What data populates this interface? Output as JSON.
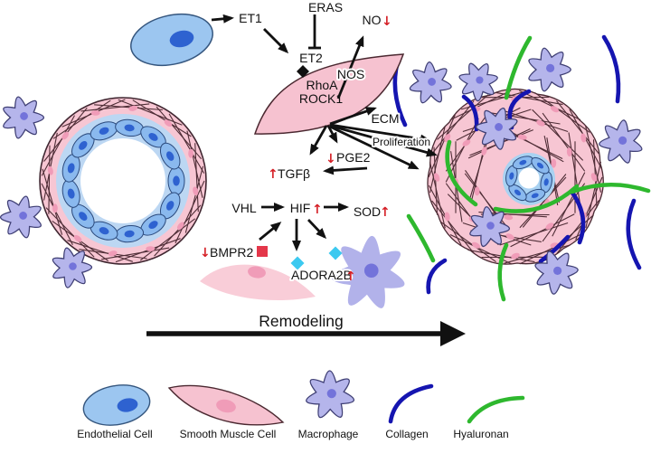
{
  "pathway": {
    "et1": "ET1",
    "eras": "ERAS",
    "et2": "ET2",
    "no": "NO",
    "nos": "NOS",
    "rhoa": "RhoA",
    "rock1": "ROCK1",
    "ecm": "ECM",
    "proliferation": "Proliferation",
    "pge2": "PGE2",
    "tgfb": "TGFβ",
    "vhl": "VHL",
    "hif": "HIF",
    "sod": "SOD",
    "bmpr2": "BMPR2",
    "adora2b": "ADORA2B",
    "up_arrow": "↑",
    "down_arrow": "↓"
  },
  "process_label": "Remodeling",
  "legend": {
    "items": [
      {
        "label": "Endothelial Cell"
      },
      {
        "label": "Smooth Muscle Cell"
      },
      {
        "label": "Macrophage"
      },
      {
        "label": "Collagen"
      },
      {
        "label": "Hyaluronan"
      }
    ]
  },
  "icons": {
    "et2_receptor": "black-diamond",
    "bmpr2_receptor": "red-square",
    "adora2b_receptor": "cyan-diamond"
  },
  "colors": {
    "endothelial_cell": "#9cc6f0",
    "endothelial_nucleus": "#2e62d0",
    "smooth_muscle_cell": "#f7c6d3",
    "smooth_muscle_nucleus": "#f09cb8",
    "macrophage": "#b5b5eb",
    "macrophage_nucleus": "#7373da",
    "collagen": "#1515b0",
    "hyaluronan": "#2eb82e",
    "regulation": "#d51f26",
    "adora2b_marker": "#3cc9f0",
    "bmpr2_marker": "#e4374a"
  }
}
